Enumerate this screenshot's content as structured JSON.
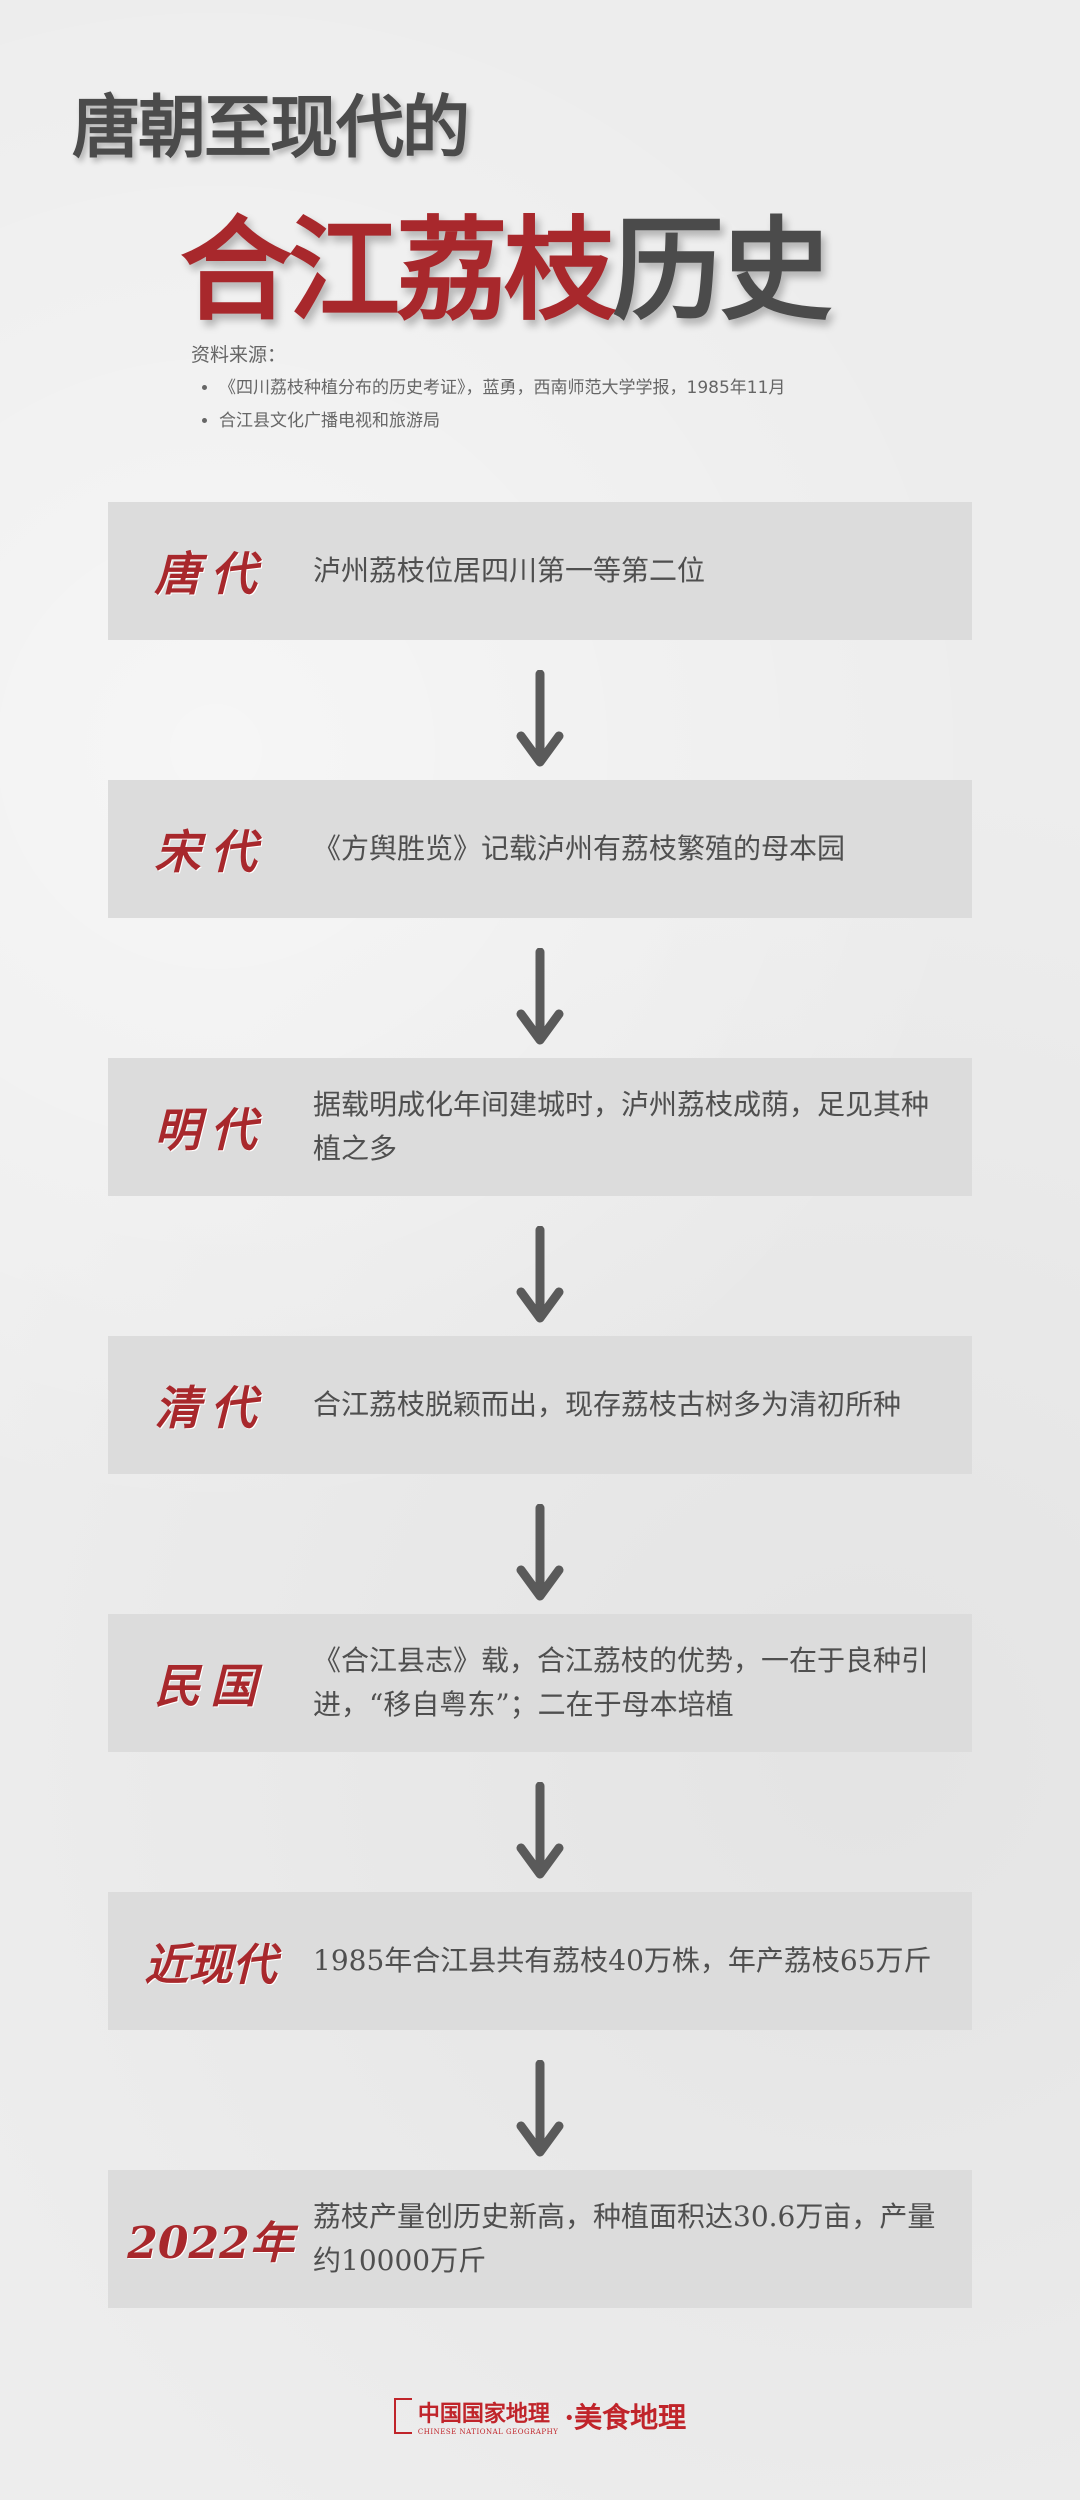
{
  "title": {
    "line1": "唐朝至现代的",
    "line2_red": "合江荔枝",
    "line2_gray": "历史"
  },
  "sources": {
    "heading": "资料来源：",
    "items": [
      "《四川荔枝种植分布的历史考证》，蓝勇，西南师范大学学报，1985年11月",
      "合江县文化广播电视和旅游局"
    ]
  },
  "timeline": [
    {
      "era": "唐代",
      "text": "泸州荔枝位居四川第一等第二位"
    },
    {
      "era": "宋代",
      "text": "《方舆胜览》记载泸州有荔枝繁殖的母本园"
    },
    {
      "era": "明代",
      "text": "据载明成化年间建城时，泸州荔枝成荫，足见其种植之多"
    },
    {
      "era": "清代",
      "text": "合江荔枝脱颖而出，现存荔枝古树多为清初所种"
    },
    {
      "era": "民国",
      "text": "《合江县志》载，合江荔枝的优势，一在于良种引进，“移自粤东”；二在于母本培植"
    },
    {
      "era": "近现代",
      "text": "1985年合江县共有荔枝40万株，年产荔枝65万斤"
    },
    {
      "era": "2022年",
      "text": "荔枝产量创历史新高，种植面积达30.6万亩，产量约10000万斤"
    }
  ],
  "footer": {
    "logo_cn": "中国国家地理",
    "logo_en": "CHINESE NATIONAL GEOGRAPHY",
    "logo_sub": "·美食地理"
  },
  "colors": {
    "accent": "#a8282c",
    "box": "#dcdcdc",
    "arrow": "#5a5a5a"
  }
}
